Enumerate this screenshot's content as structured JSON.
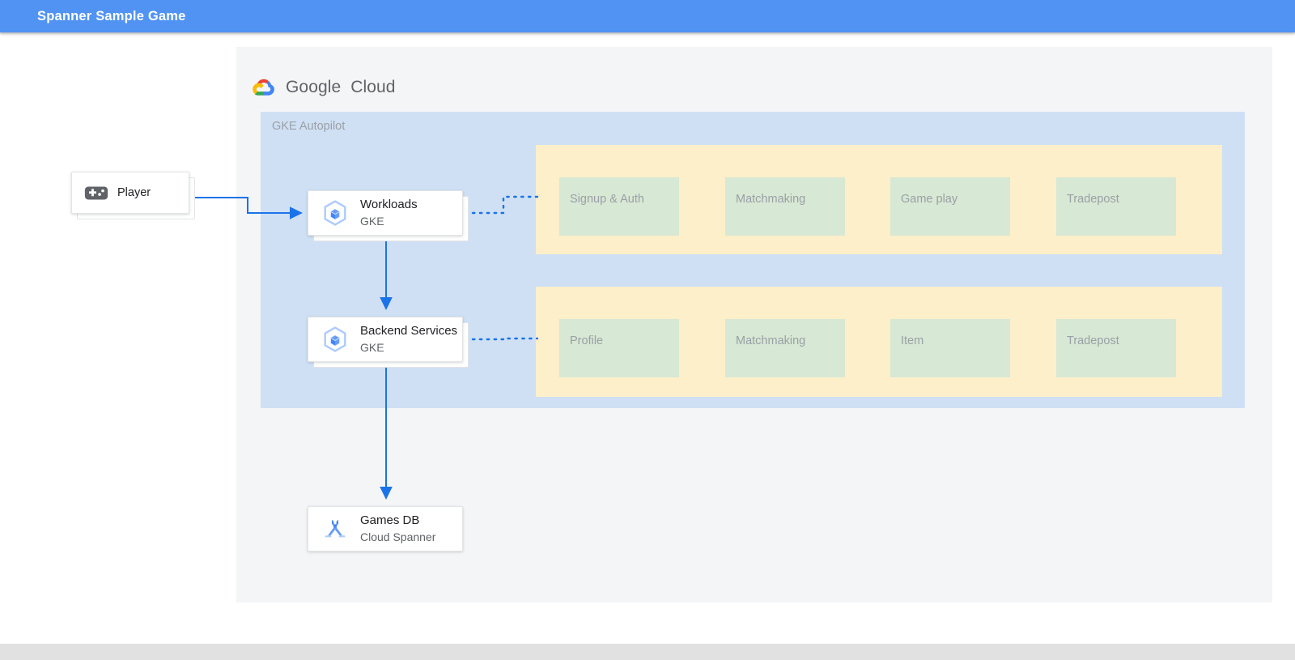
{
  "appbar": {
    "title": "Spanner Sample Game",
    "bg": "#5193f3"
  },
  "brand": {
    "google": "Google",
    "cloud": "Cloud",
    "icon": "google-cloud-logo"
  },
  "diagram": {
    "gke_zone": {
      "label": "GKE Autopilot",
      "bg": "#cfe0f4"
    },
    "group_bg": "#fdefca",
    "service_bg": "#d7e8d4",
    "connector_color": "#1a73e8",
    "service_groups": [
      {
        "name": "workloads-services",
        "services": [
          "Signup & Auth",
          "Matchmaking",
          "Game play",
          "Tradepost"
        ]
      },
      {
        "name": "backend-services",
        "services": [
          "Profile",
          "Matchmaking",
          "Item",
          "Tradepost"
        ]
      }
    ],
    "nodes": [
      {
        "id": "player",
        "title": "Player",
        "subtitle": "",
        "icon": "gamepad-icon"
      },
      {
        "id": "workloads",
        "title": "Workloads",
        "subtitle": "GKE",
        "icon": "gke-icon"
      },
      {
        "id": "backend",
        "title": "Backend Services",
        "subtitle": "GKE",
        "icon": "gke-icon"
      },
      {
        "id": "gamesdb",
        "title": "Games DB",
        "subtitle": "Cloud Spanner",
        "icon": "cloud-spanner-icon"
      }
    ]
  }
}
